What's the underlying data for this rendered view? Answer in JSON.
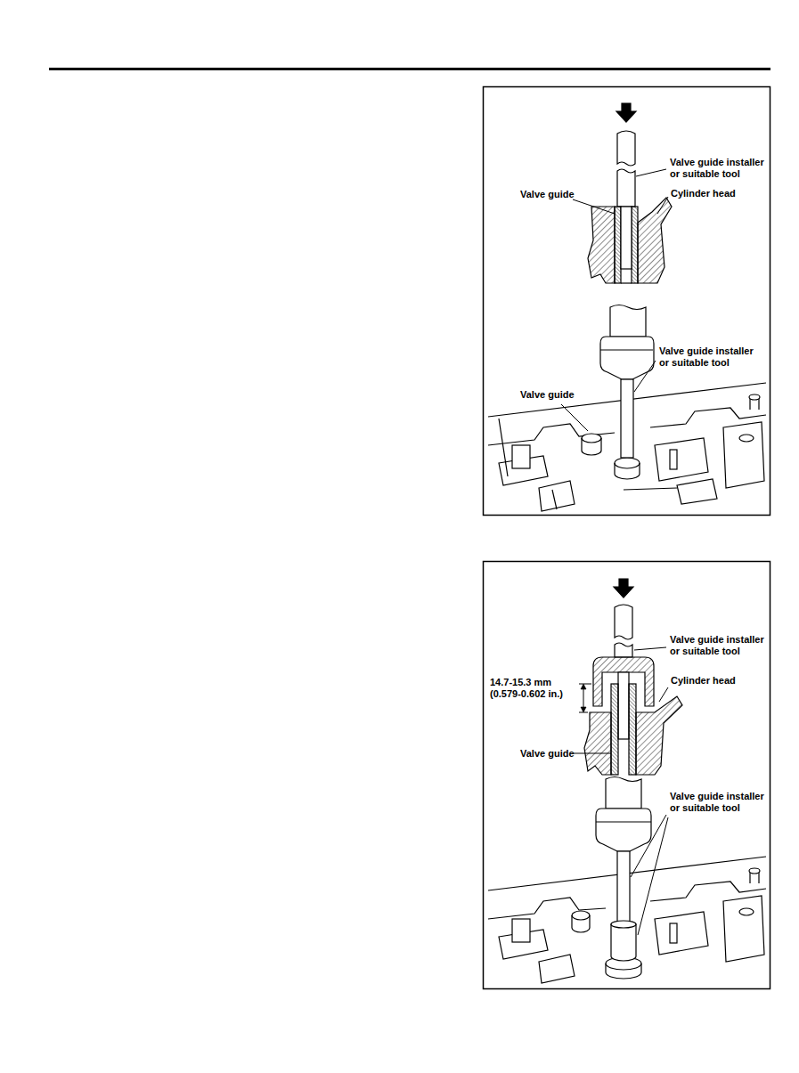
{
  "diagram": {
    "labels": [
      "Valve guide installer or suitable tool",
      "Cylinder head",
      "Valve guide",
      "Valve guide installer or suitable tool",
      "Valve guide",
      "Valve guide installer or suitable tool",
      "14.7-15.3 mm (0.579-0.602 in.)",
      "Cylinder head",
      "Valve guide",
      "Valve guide installer or suitable tool"
    ]
  }
}
